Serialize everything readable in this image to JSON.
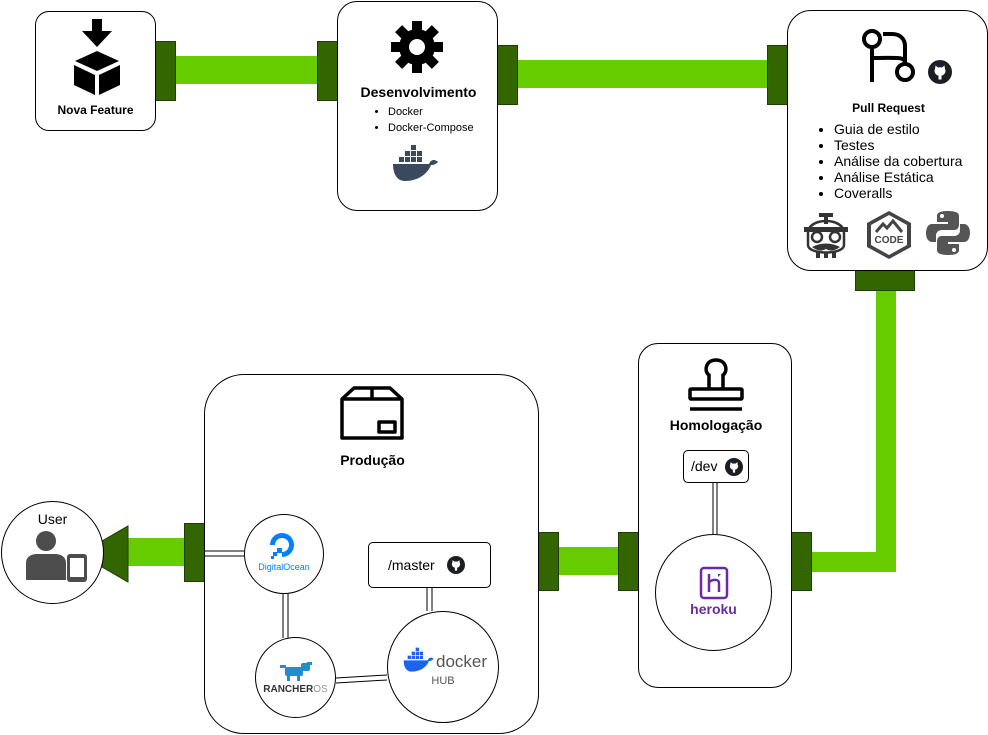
{
  "nodes": {
    "nova_feature": {
      "title": "Nova Feature"
    },
    "desenvolvimento": {
      "title": "Desenvolvimento",
      "items": [
        "Docker",
        "Docker-Compose"
      ]
    },
    "pull_request": {
      "title": "Pull Request",
      "items": [
        "Guia de estilo",
        "Testes",
        "Análise da cobertura",
        "Análise Estática",
        "Coveralls"
      ],
      "code_logo_text": "CODE"
    },
    "homologacao": {
      "title": "Homologação",
      "branch": "/dev",
      "service": "heroku"
    },
    "producao": {
      "title": "Produção",
      "branch": "/master",
      "services": {
        "digitalocean": "DigitalOcean",
        "rancher_a": "RANCHER",
        "rancher_b": "OS",
        "docker": "docker",
        "hub": "HUB"
      }
    },
    "user": {
      "label": "User"
    }
  },
  "colors": {
    "pipe": "#66cc00",
    "cap": "#336600",
    "heroku": "#6a2ca0",
    "digitalocean": "#0080ff",
    "docker": "#1d63ed"
  },
  "icons": [
    "download-box-icon",
    "gear-icon",
    "docker-whale-icon",
    "git-branch-icon",
    "github-icon",
    "travis-icon",
    "codeclimate-icon",
    "python-icon",
    "stamp-icon",
    "package-icon",
    "user-mobile-icon"
  ]
}
